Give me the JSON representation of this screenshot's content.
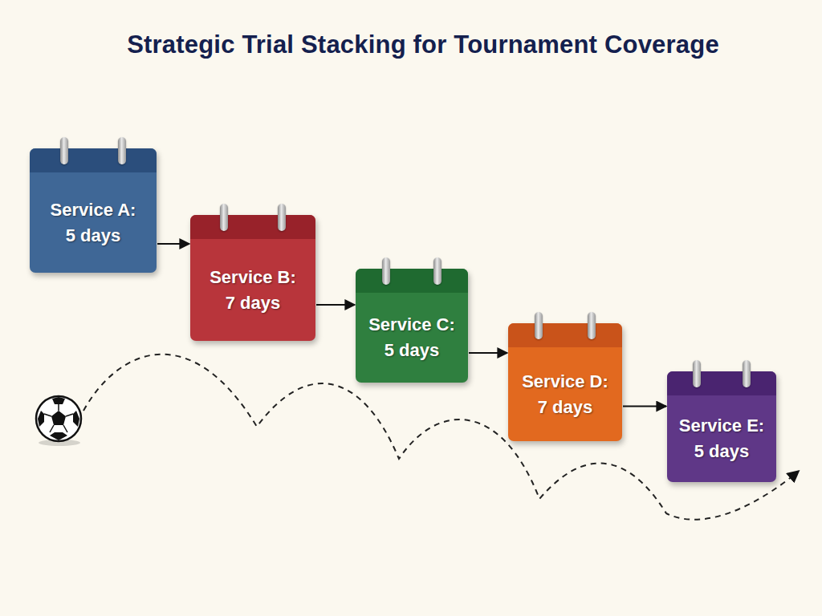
{
  "diagram": {
    "title": "Strategic Trial Stacking for Tournament Coverage",
    "nodes": [
      {
        "text": [
          "Service A: 5 days"
        ]
      },
      {
        "text": [
          "Service B: 7 days"
        ]
      },
      {
        "text": [
          "Service C: 5 days"
        ]
      },
      {
        "text": [
          "Service D: 7 days"
        ]
      },
      {
        "text": [
          "Service E: 5 days"
        ]
      }
    ],
    "edges": [
      {
        "from": 0,
        "to": 1,
        "arrow": "to"
      },
      {
        "from": 1,
        "to": 2,
        "arrow": "to"
      },
      {
        "from": 2,
        "to": 3,
        "arrow": "to"
      },
      {
        "from": 3,
        "to": 4,
        "arrow": "to"
      }
    ]
  }
}
